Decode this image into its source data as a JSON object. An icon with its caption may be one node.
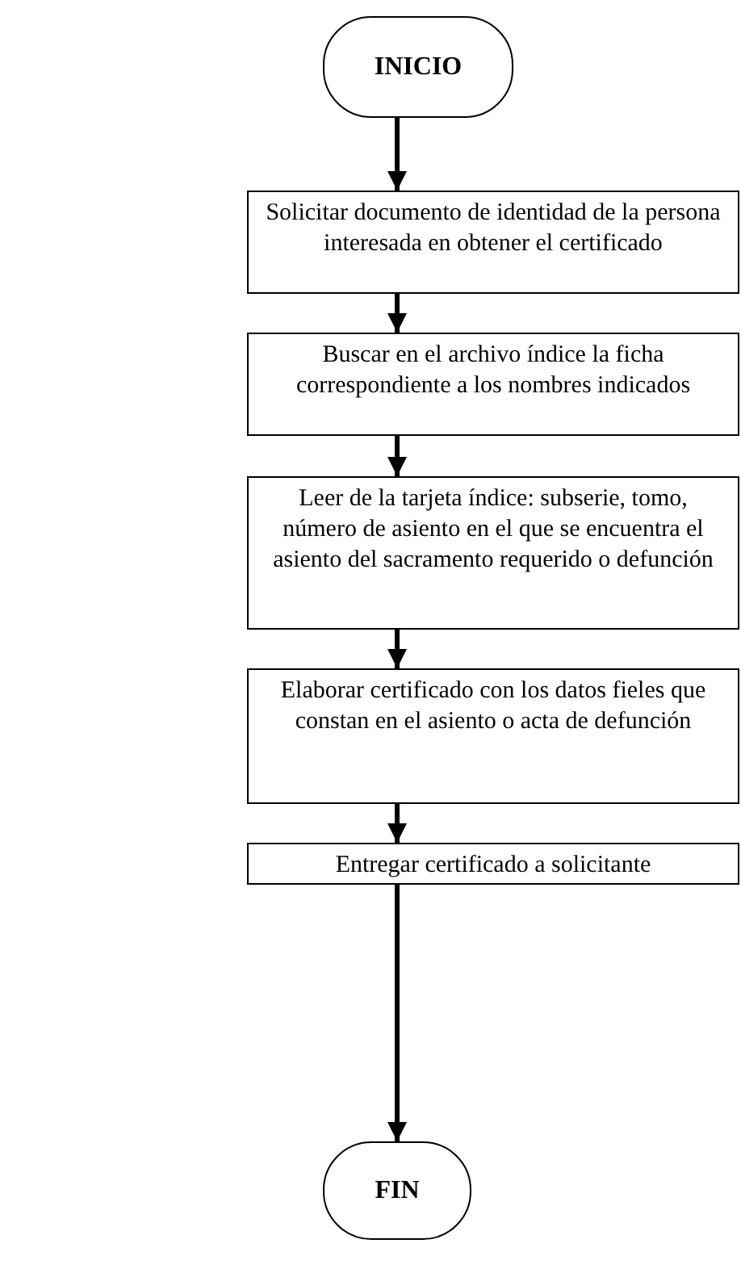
{
  "diagram": {
    "nodes": [
      {
        "text": [
          "INICIO"
        ]
      },
      {
        "text": [
          "Solicitar documento de identidad de la persona interesada en obtener el certificado"
        ]
      },
      {
        "text": [
          "Buscar en el archivo índice la ficha correspondiente a los nombres indicados"
        ]
      },
      {
        "text": [
          "Leer de la tarjeta índice: subserie, tomo, número de asiento en el que se encuentra el asiento del sacramento requerido o defunción"
        ]
      },
      {
        "text": [
          "Elaborar certificado con los datos fieles que constan en el asiento o acta de defunción"
        ]
      },
      {
        "text": [
          "Entregar certificado a solicitante"
        ]
      },
      {
        "text": [
          "FIN"
        ]
      }
    ],
    "edges": [
      {
        "from": 0,
        "to": 1,
        "arrow": "to"
      },
      {
        "from": 1,
        "to": 2,
        "arrow": "to"
      },
      {
        "from": 2,
        "to": 3,
        "arrow": "to"
      },
      {
        "from": 3,
        "to": 4,
        "arrow": "to"
      },
      {
        "from": 4,
        "to": 5,
        "arrow": "to"
      },
      {
        "from": 5,
        "to": 6,
        "arrow": "to"
      }
    ]
  }
}
